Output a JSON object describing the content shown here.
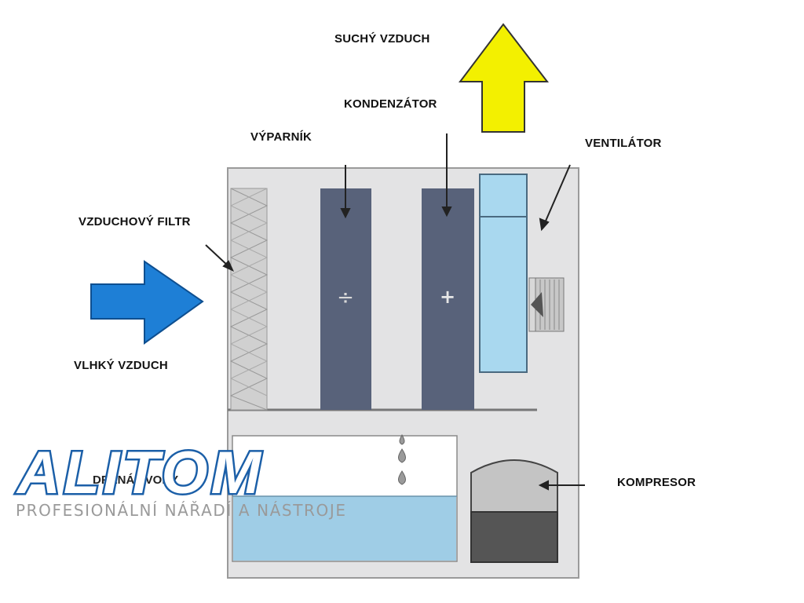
{
  "labels": {
    "dry_air": "SUCHÝ VZDUCH",
    "condenser": "KONDENZÁTOR",
    "evaporator": "VÝPARNÍK",
    "fan": "VENTILÁTOR",
    "air_filter": "VZDUCHOVÝ FILTR",
    "humid_air": "VLHKÝ VZDUCH",
    "compressor": "KOMPRESOR",
    "water_tank": "DRENÁŽ VODY",
    "minus_sign": "÷",
    "plus_sign": "+"
  },
  "logo": {
    "name": "ALITOM",
    "tagline": "PROFESIONÁLNÍ NÁŘADÍ A NÁSTROJE"
  },
  "colors": {
    "housing": "#e3e3e4",
    "coil": "#58627a",
    "fan_unit": "#a9d8ef",
    "water": "#9fcde6",
    "compressor_top": "#c4c4c4",
    "compressor_bottom": "#555555",
    "humid_arrow": "#1e7fd6",
    "dry_arrow": "#f3f000",
    "logo_blue": "#1b5fa8"
  },
  "icons": [
    "up-arrow-icon",
    "right-arrow-icon",
    "droplet-icon"
  ]
}
